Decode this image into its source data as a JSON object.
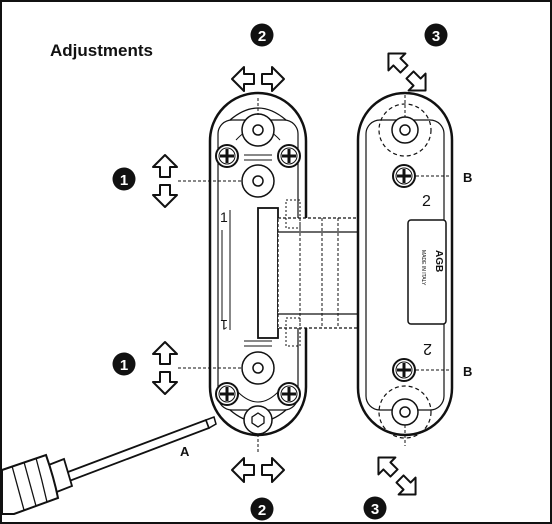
{
  "title": "Adjustments",
  "labels": {
    "screwdriver": "A",
    "fixing_screw": "B"
  },
  "badges": {
    "vertical": "1",
    "lateral": "2",
    "depth": "3"
  },
  "plate_marks": {
    "left_top": "1",
    "left_bottom": "1",
    "right_top": "2",
    "right_bottom": "2"
  },
  "brand": {
    "logo": "AGB",
    "made_in": "MADE IN ITALY"
  },
  "colors": {
    "ink": "#111111",
    "badge": "#111111",
    "background": "#ffffff"
  },
  "icons": [
    "double-arrow-vertical-icon",
    "double-arrow-horizontal-icon",
    "double-arrow-diagonal-icon",
    "phillips-screw-icon",
    "screwdriver-icon"
  ]
}
